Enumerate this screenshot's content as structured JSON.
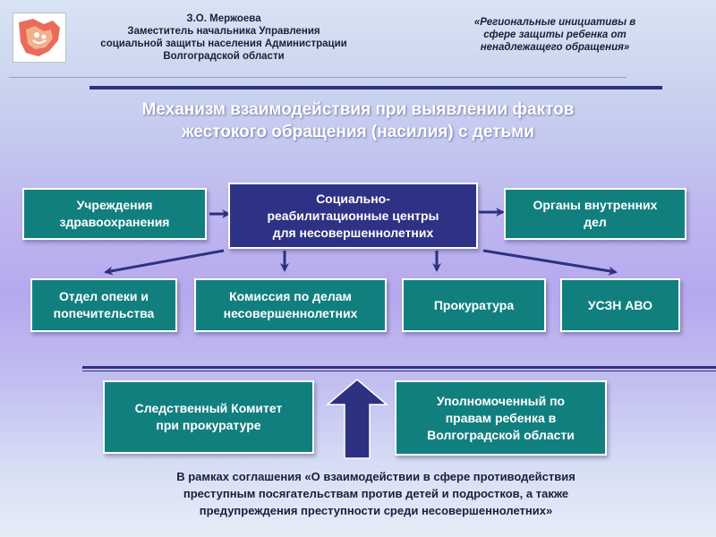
{
  "header": {
    "author_name": "З.О. Мержоева",
    "author_position_1": "Заместитель начальника Управления",
    "author_position_2": "социальной защиты населения Администрации",
    "author_position_3": "Волгоградской области",
    "presentation_title_1": "«Региональные инициативы в",
    "presentation_title_2": "сфере защиты ребенка от",
    "presentation_title_3": "ненадлежащего обращения»"
  },
  "slide_title": {
    "line1": "Механизм взаимодействия при выявлении фактов",
    "line2": "жестокого обращения (насилия) с детьми"
  },
  "boxes": {
    "healthcare": [
      "Учреждения",
      "здравоохранения"
    ],
    "rehab_centers": [
      "Социально-",
      "реабилитационные центры",
      "для несовершеннолетних"
    ],
    "police": [
      "Органы внутренних",
      "дел"
    ],
    "guardianship": [
      "Отдел опеки и",
      "попечительства"
    ],
    "commission": [
      "Комиссия по делам",
      "несовершеннолетних"
    ],
    "prosecutor": [
      "Прокуратура"
    ],
    "uszn": [
      "УСЗН АВО"
    ],
    "investigative": [
      "Следственный Комитет",
      "при прокуратуре"
    ],
    "ombudsman": [
      "Уполномоченный по",
      "правам ребенка в",
      "Волгоградской области"
    ]
  },
  "footer": {
    "line1": "В рамках соглашения «О взаимодействии в сфере противодействия",
    "line2": "преступным посягательствам против детей и подростков, а также",
    "line3": "предупреждения преступности среди несовершеннолетних»"
  },
  "colors": {
    "teal_box": "#127f7f",
    "navy_box": "#2d3284",
    "arrow": "#2e3182"
  }
}
